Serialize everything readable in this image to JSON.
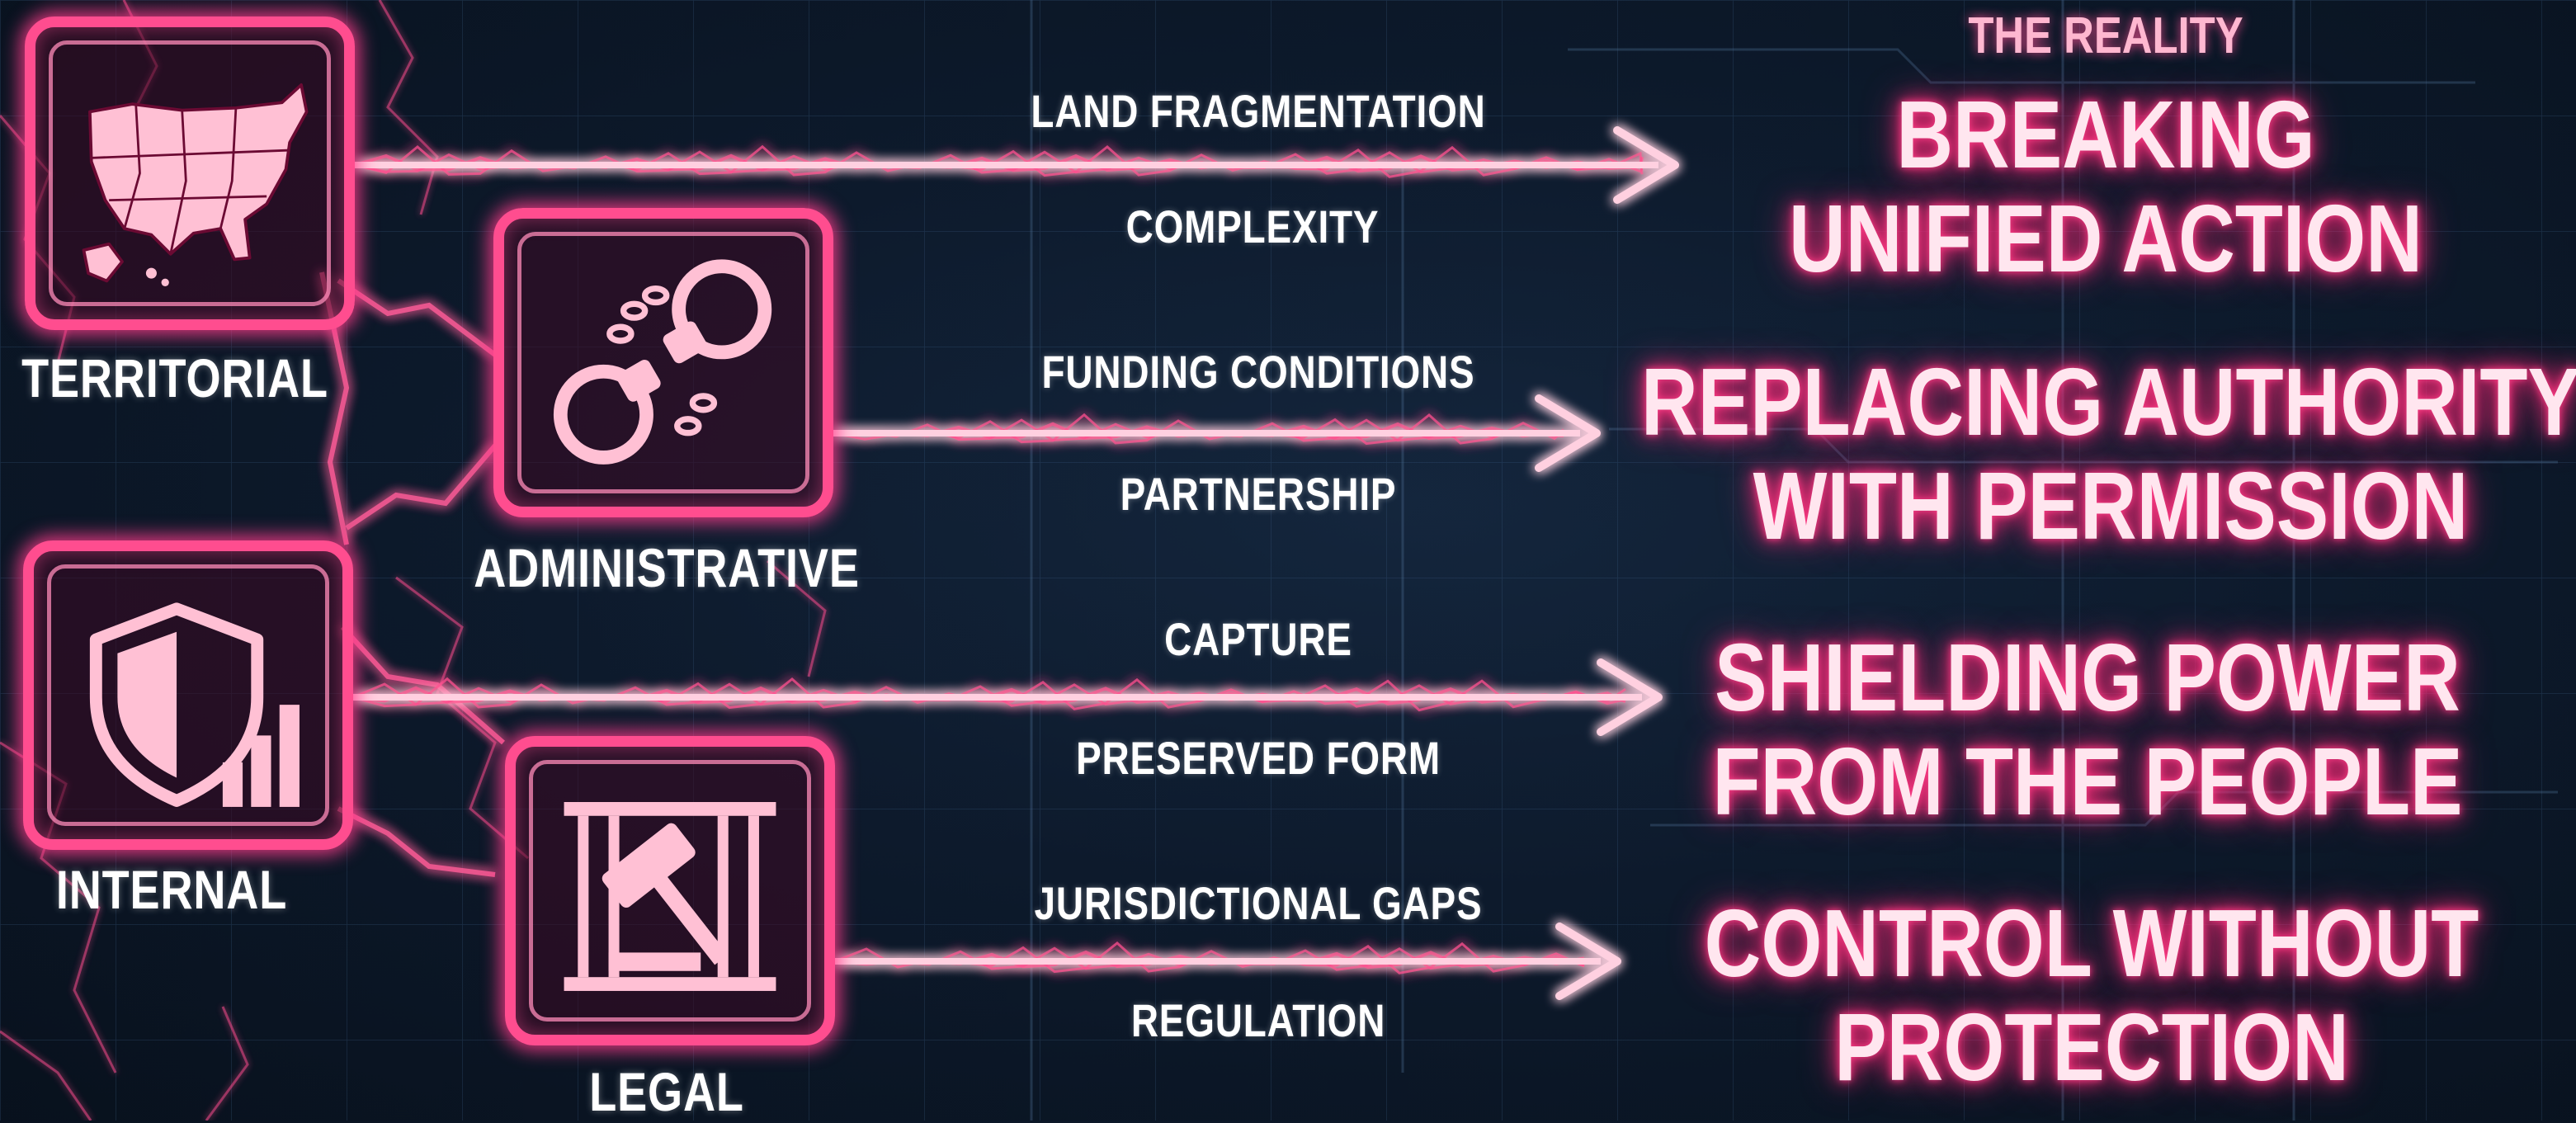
{
  "nodes": [
    {
      "id": "territorial",
      "label": "TERRITORIAL",
      "icon": "us-map-icon"
    },
    {
      "id": "administrative",
      "label": "ADMINISTRATIVE",
      "icon": "handcuffs-icon"
    },
    {
      "id": "internal",
      "label": "INTERNAL",
      "icon": "shield-bar-chart-icon"
    },
    {
      "id": "legal",
      "label": "LEGAL",
      "icon": "gavel-cage-icon"
    }
  ],
  "flows": [
    {
      "from": "territorial",
      "top_label": "LAND FRAGMENTATION",
      "bottom_label": "COMPLEXITY",
      "outcome": [
        "BREAKING",
        "UNIFIED ACTION"
      ]
    },
    {
      "from": "administrative",
      "top_label": "FUNDING CONDITIONS",
      "bottom_label": "PARTNERSHIP",
      "outcome": [
        "REPLACING AUTHORITY",
        "WITH PERMISSION"
      ]
    },
    {
      "from": "internal",
      "top_label": "CAPTURE",
      "bottom_label": "PRESERVED FORM",
      "outcome": [
        "SHIELDING POWER",
        "FROM THE PEOPLE"
      ]
    },
    {
      "from": "legal",
      "top_label": "JURISDICTIONAL GAPS",
      "bottom_label": "REGULATION",
      "outcome": [
        "CONTROL WITHOUT",
        "PROTECTION"
      ]
    }
  ],
  "reality_heading": "THE REALITY",
  "colors": {
    "neon_pink": "#ff4d8f",
    "glow": "#ff2a78",
    "outcome_text": "#ffe6ef",
    "reality_text": "#ffb7d0",
    "label_text": "#ffffff",
    "background": "#0d1a2c"
  }
}
